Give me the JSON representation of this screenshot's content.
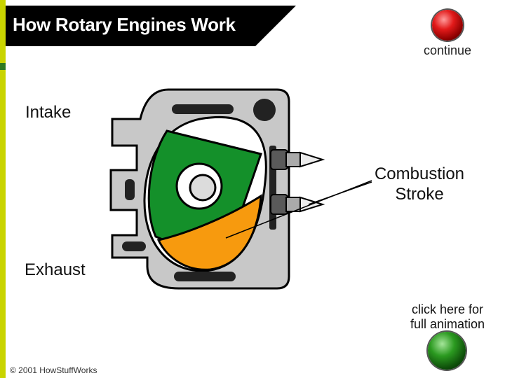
{
  "header": {
    "title": "How Rotary Engines Work"
  },
  "controls": {
    "continue_label": "continue",
    "animation_label_line1": "click here for",
    "animation_label_line2": "full animation"
  },
  "diagram": {
    "intake_label": "Intake",
    "exhaust_label": "Exhaust",
    "combustion_label_line1": "Combustion",
    "combustion_label_line2": "Stroke"
  },
  "footer": {
    "copyright": "© 2001 HowStuffWorks"
  },
  "colors": {
    "rotor": "#14902a",
    "combustion_chamber": "#f79a0e",
    "housing": "#c8c8c8",
    "continue_button": "#e21a1a",
    "animation_button": "#2b9a20"
  },
  "icons": {
    "continue": "red-button-icon",
    "animation": "green-button-icon"
  }
}
